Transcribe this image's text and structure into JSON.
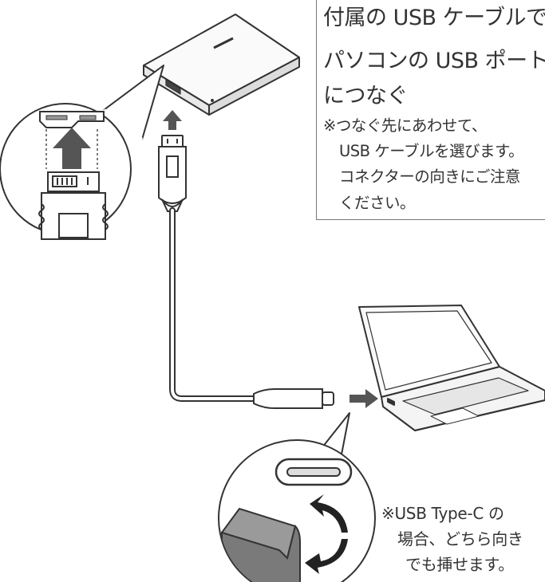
{
  "instruction_box": {
    "main_lines": [
      "付属の USB ケーブルで",
      "パソコンの USB ポート",
      "につなぐ"
    ],
    "note_lines": [
      "※つなぐ先にあわせて、",
      "USB ケーブルを選びます。",
      "コネクターの向きにご注意",
      "ください。"
    ]
  },
  "type_c_note": {
    "lines": [
      "※USB Type-C の",
      "場合、どちら向き",
      "でも挿せます。"
    ]
  },
  "colors": {
    "line": "#333333",
    "arrow": "#555555",
    "drive_fill": "#f4f4f4",
    "connector_gray": "#7a7a7a"
  },
  "icons": [
    "hard-drive-icon",
    "laptop-icon",
    "usb-micro-b-connector-icon",
    "usb-type-c-connector-icon",
    "arrow-up-icon",
    "arrow-right-icon",
    "rotate-arrows-icon"
  ]
}
